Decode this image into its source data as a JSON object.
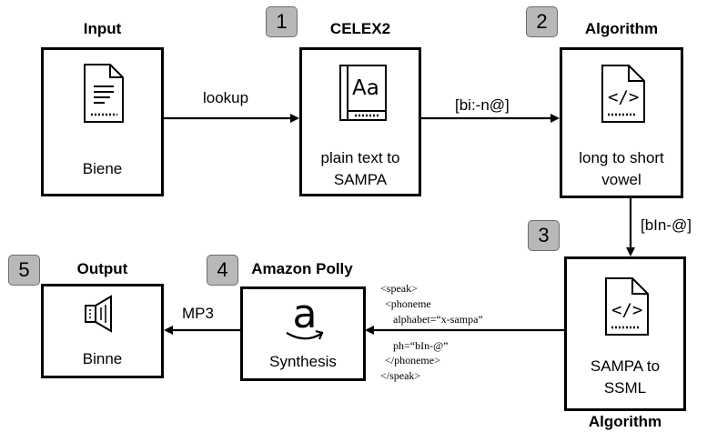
{
  "nodes": {
    "input": {
      "title": "Input",
      "caption": [
        "Biene"
      ],
      "icon": "document-icon"
    },
    "celex": {
      "title": "CELEX2",
      "badge": "1",
      "caption": [
        "plain text to",
        "SAMPA"
      ],
      "icon": "dictionary-icon"
    },
    "algo1": {
      "title": "Algorithm",
      "badge": "2",
      "caption": [
        "long to short",
        "vowel"
      ],
      "icon": "code-file-icon"
    },
    "algo2": {
      "title": "Algorithm",
      "badge": "3",
      "caption": [
        "SAMPA to",
        "SSML"
      ],
      "icon": "code-file-icon"
    },
    "polly": {
      "title": "Amazon Polly",
      "badge": "4",
      "caption": [
        "Synthesis"
      ],
      "icon": "amazon-logo-icon"
    },
    "output": {
      "title": "Output",
      "badge": "5",
      "caption": [
        "Binne"
      ],
      "icon": "speaker-icon"
    }
  },
  "edges": {
    "lookup": "lookup",
    "sampa1": "[bi:-n@]",
    "sampa2": "[bIn-@]",
    "mp3": "MP3"
  },
  "ssml_lines": [
    "<speak>",
    "<phoneme",
    "alphabet=“x-sampa”",
    "ph=“bIn-@”",
    "</phoneme>",
    "</speak>"
  ],
  "polly_logo_letter": "a"
}
